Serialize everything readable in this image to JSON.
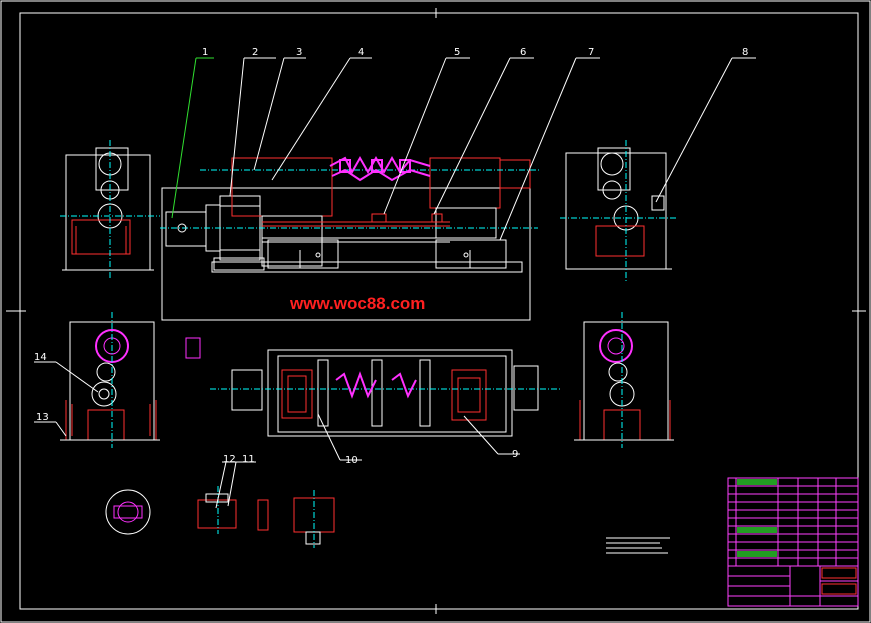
{
  "drawing": {
    "watermark": "www.woc88.com",
    "colors": {
      "background": "#000000",
      "frame": "#ffffff",
      "outline": "#ffffff",
      "accent_red": "#ff2020",
      "magenta": "#ff30ff",
      "leader_green": "#30e030",
      "cyan_center": "#00ffff",
      "title_block": "#ff40ff"
    },
    "balloons": [
      {
        "id": "1",
        "label": "1"
      },
      {
        "id": "2",
        "label": "2"
      },
      {
        "id": "3",
        "label": "3"
      },
      {
        "id": "4",
        "label": "4"
      },
      {
        "id": "5",
        "label": "5"
      },
      {
        "id": "6",
        "label": "6"
      },
      {
        "id": "7",
        "label": "7"
      },
      {
        "id": "8",
        "label": "8"
      },
      {
        "id": "9",
        "label": "9"
      },
      {
        "id": "10",
        "label": "10"
      },
      {
        "id": "11",
        "label": "11"
      },
      {
        "id": "12",
        "label": "12"
      },
      {
        "id": "13",
        "label": "13"
      },
      {
        "id": "14",
        "label": "14"
      }
    ]
  }
}
